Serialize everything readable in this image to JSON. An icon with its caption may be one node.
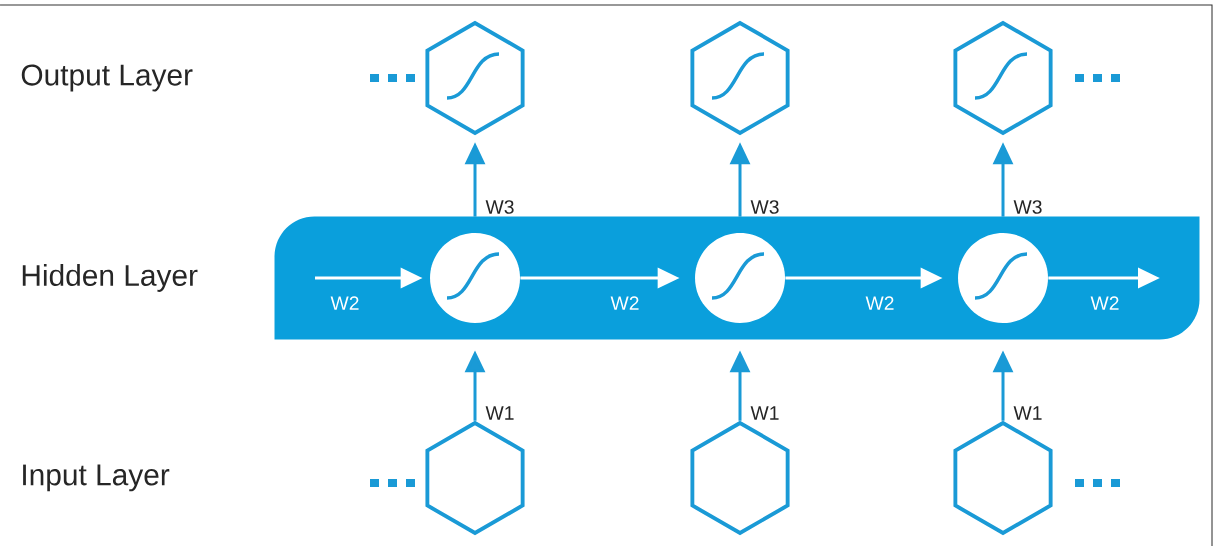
{
  "diagram": {
    "nodes": [
      {
        "text": [],
        "shape": "bar"
      },
      {
        "text": [],
        "shape": "circle",
        "in": 0
      },
      {
        "text": [],
        "shape": "circle",
        "in": 0
      },
      {
        "text": [],
        "shape": "circle",
        "in": 0
      },
      {
        "text": [],
        "shape": "hexagon"
      },
      {
        "text": [],
        "shape": "hexagon"
      },
      {
        "text": [],
        "shape": "hexagon"
      },
      {
        "text": [],
        "shape": "hexagon"
      },
      {
        "text": [],
        "shape": "hexagon"
      },
      {
        "text": [],
        "shape": "hexagon"
      }
    ],
    "edges": [
      {
        "from": 7,
        "to": 1,
        "arrow": "to",
        "label": "W1"
      },
      {
        "from": 8,
        "to": 2,
        "arrow": "to",
        "label": "W1"
      },
      {
        "from": 9,
        "to": 3,
        "arrow": "to",
        "label": "W1"
      },
      {
        "from": 1,
        "to": 4,
        "arrow": "to",
        "label": "W3"
      },
      {
        "from": 2,
        "to": 5,
        "arrow": "to",
        "label": "W3"
      },
      {
        "from": 3,
        "to": 6,
        "arrow": "to",
        "label": "W3"
      },
      {
        "from": null,
        "to": 1,
        "arrow": "to",
        "label": "W2",
        "color": "#ffffff"
      },
      {
        "from": 1,
        "to": 2,
        "arrow": "to",
        "label": "W2",
        "color": "#ffffff"
      },
      {
        "from": 2,
        "to": 3,
        "arrow": "to",
        "label": "W2",
        "color": "#ffffff"
      },
      {
        "from": 3,
        "to": null,
        "arrow": "to",
        "label": "W2",
        "color": "#ffffff"
      }
    ],
    "labels": [
      "Output Layer",
      "Hidden Layer",
      "Input Layer"
    ]
  }
}
